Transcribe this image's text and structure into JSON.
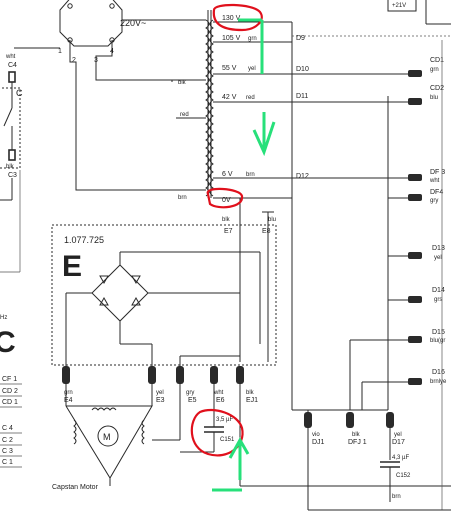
{
  "colors": {
    "wire": "#2a2a2a",
    "annotation_red": "#e0101c",
    "annotation_green": "#27e07a"
  },
  "mains": {
    "label": "220V~"
  },
  "top_right_box": {
    "label": "+21V"
  },
  "left_switch": {
    "top_color": "wht",
    "top_conn": "C4",
    "switch_letter": "C",
    "bottom_color": "blk",
    "bottom_conn": "C3"
  },
  "bridge_top_pins": [
    "1",
    "2",
    "3",
    "4"
  ],
  "transformer": {
    "taps": [
      {
        "voltage": "130 V",
        "color": "",
        "node": "D9"
      },
      {
        "voltage": "105 V",
        "color": "grn",
        "node": ""
      },
      {
        "voltage": "55 V",
        "color": "yel",
        "node": "D10"
      },
      {
        "voltage": "42 V",
        "color": "red",
        "node": "D11"
      },
      {
        "voltage": "6 V",
        "color": "brn",
        "node": "D12"
      },
      {
        "voltage": "0V",
        "color": "",
        "node": ""
      }
    ],
    "primary_colors": [
      "blk",
      "red",
      "brn"
    ],
    "bottom_labels": {
      "left_color": "blk",
      "left_node": "E7",
      "right_color": "blu",
      "right_node": "E8"
    }
  },
  "module_e": {
    "part_number": "1.077.725",
    "letter": "E"
  },
  "module_c": {
    "letter": "C",
    "freq_hint": "Hz"
  },
  "left_connector_list": [
    "CF 1",
    "CD 2",
    "CD 1",
    "C 4",
    "C 2",
    "C 3",
    "C 1"
  ],
  "bottom_connectors": [
    {
      "color": "grn",
      "name": "E4"
    },
    {
      "color": "yel",
      "name": "E3"
    },
    {
      "color": "gry",
      "name": "E5"
    },
    {
      "color": "wht",
      "name": "E6"
    },
    {
      "color": "blk",
      "name": "EJ1"
    }
  ],
  "capacitor_c151": {
    "value": "3,5 µF",
    "name": "C151"
  },
  "motor": {
    "symbol": "M",
    "label": "Capstan Motor"
  },
  "right_connectors": [
    {
      "name": "CD1",
      "color": "grn"
    },
    {
      "name": "CD2",
      "color": "blu"
    },
    {
      "name": "DF 3",
      "color": "wht"
    },
    {
      "name": "DF4",
      "color": "gry"
    },
    {
      "name": "D13",
      "color": "yel"
    },
    {
      "name": "D14",
      "color": "grs"
    },
    {
      "name": "D15",
      "color": "blu(gr"
    },
    {
      "name": "D16",
      "color": "brnlye"
    }
  ],
  "lower_connectors": [
    {
      "color": "vio",
      "name": "DJ1"
    },
    {
      "color": "blk",
      "name": "DFJ 1"
    },
    {
      "color": "yel",
      "name": "D17"
    }
  ],
  "capacitor_c152": {
    "value": "4,3 µF",
    "name": "C152"
  },
  "bottom_wire": {
    "color": "brn"
  }
}
